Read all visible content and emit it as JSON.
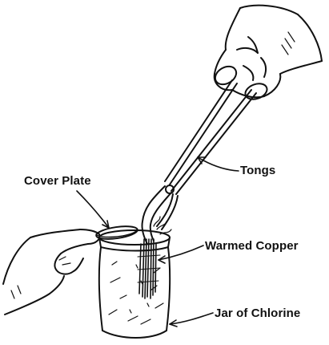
{
  "labels": {
    "tongs": "Tongs",
    "cover_plate": "Cover Plate",
    "warmed_copper": "Warmed Copper",
    "jar_of_chlorine": "Jar of Chlorine"
  },
  "colors": {
    "ink": "#111111",
    "background": "#ffffff"
  }
}
